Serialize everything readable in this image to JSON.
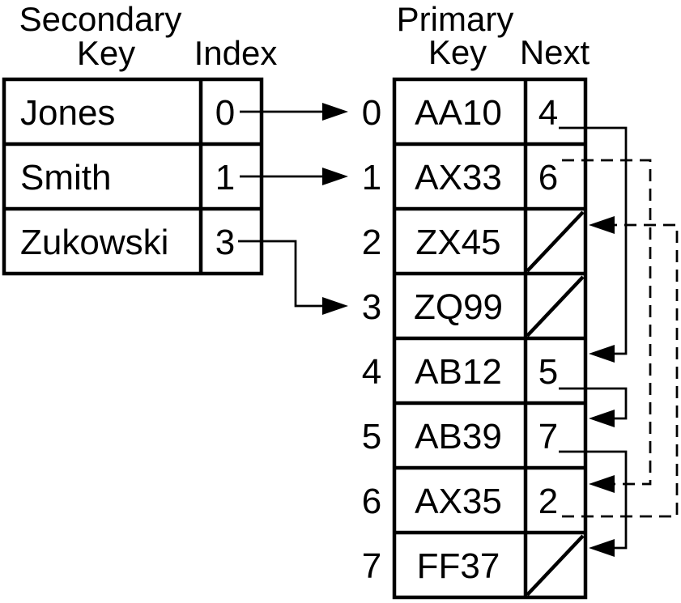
{
  "colors": {
    "background": "#ffffff",
    "ink": "#000000"
  },
  "secondary_index_table": {
    "heading": "Secondary",
    "col_key_heading": "Key",
    "col_index_heading": "Index",
    "rows": [
      {
        "key": "Jones",
        "index": "0"
      },
      {
        "key": "Smith",
        "index": "1"
      },
      {
        "key": "Zukowski",
        "index": "3"
      }
    ]
  },
  "primary_table": {
    "heading": "Primary",
    "col_key_heading": "Key",
    "col_next_heading": "Next",
    "rows": [
      {
        "label": "0",
        "key": "AA10",
        "next": "4"
      },
      {
        "label": "1",
        "key": "AX33",
        "next": "6"
      },
      {
        "label": "2",
        "key": "ZX45",
        "next": ""
      },
      {
        "label": "3",
        "key": "ZQ99",
        "next": ""
      },
      {
        "label": "4",
        "key": "AB12",
        "next": "5"
      },
      {
        "label": "5",
        "key": "AB39",
        "next": "7"
      },
      {
        "label": "6",
        "key": "AX35",
        "next": "2"
      },
      {
        "label": "7",
        "key": "FF37",
        "next": ""
      }
    ]
  },
  "links": {
    "index_to_slot": [
      {
        "from_index": "0",
        "to_slot": "0",
        "style": "solid"
      },
      {
        "from_index": "1",
        "to_slot": "1",
        "style": "solid"
      },
      {
        "from_index": "3",
        "to_slot": "3",
        "style": "solid"
      }
    ],
    "next_chain": [
      {
        "from_slot": "0",
        "to_slot": "4",
        "style": "solid"
      },
      {
        "from_slot": "4",
        "to_slot": "5",
        "style": "solid"
      },
      {
        "from_slot": "5",
        "to_slot": "7",
        "style": "solid"
      },
      {
        "from_slot": "1",
        "to_slot": "6",
        "style": "dashed"
      },
      {
        "from_slot": "6",
        "to_slot": "2",
        "style": "dashed"
      }
    ],
    "null_slots": [
      "2",
      "3",
      "7"
    ]
  }
}
